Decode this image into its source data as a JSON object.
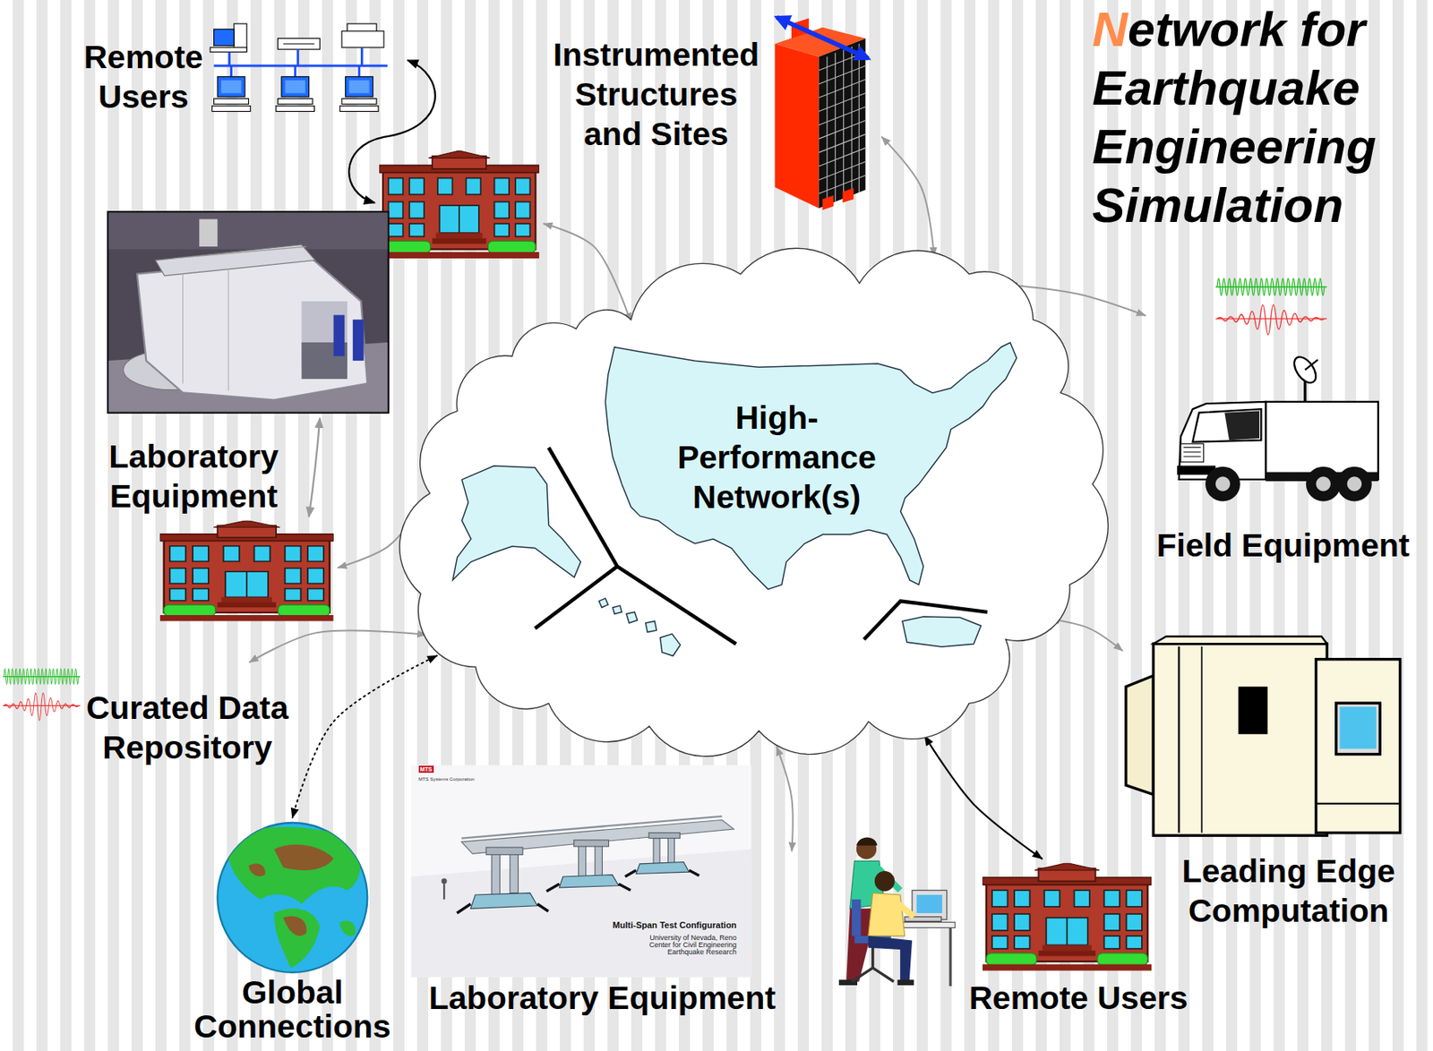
{
  "diagram": {
    "title": "Network for Earthquake Engineering Simulation",
    "nodes": [
      {
        "text": [
          "High-Performance Network(s)"
        ]
      },
      {
        "text": [
          "Remote Users"
        ]
      },
      {
        "text": [
          "Instrumented Structures and Sites"
        ]
      },
      {
        "text": [
          "Laboratory Equipment"
        ]
      },
      {
        "text": [
          "Field Equipment"
        ]
      },
      {
        "text": [
          "Curated Data Repository"
        ]
      },
      {
        "text": [
          "Leading Edge Computation"
        ]
      },
      {
        "text": [
          "Global Connections"
        ]
      },
      {
        "text": [
          "Laboratory Equipment"
        ]
      },
      {
        "text": [
          "Remote Users"
        ]
      }
    ],
    "edges": [
      {
        "from": 1,
        "to": 0,
        "arrow": "both"
      },
      {
        "from": 2,
        "to": 0,
        "arrow": "both"
      },
      {
        "from": 3,
        "to": 0,
        "arrow": "both"
      },
      {
        "from": 4,
        "to": 0,
        "arrow": "both"
      },
      {
        "from": 5,
        "to": 0,
        "arrow": "both"
      },
      {
        "from": 6,
        "to": 0,
        "arrow": "both"
      },
      {
        "from": 7,
        "to": 0,
        "arrow": "both"
      },
      {
        "from": 8,
        "to": 0,
        "arrow": "both"
      },
      {
        "from": 9,
        "to": 0,
        "arrow": "both"
      }
    ],
    "labels": [
      "MTS",
      "MTS Systems Corporation",
      "Multi-Span Test Configuration",
      "University of Nevada, Reno",
      "Center for Civil Engineering",
      "Earthquake Research"
    ]
  }
}
